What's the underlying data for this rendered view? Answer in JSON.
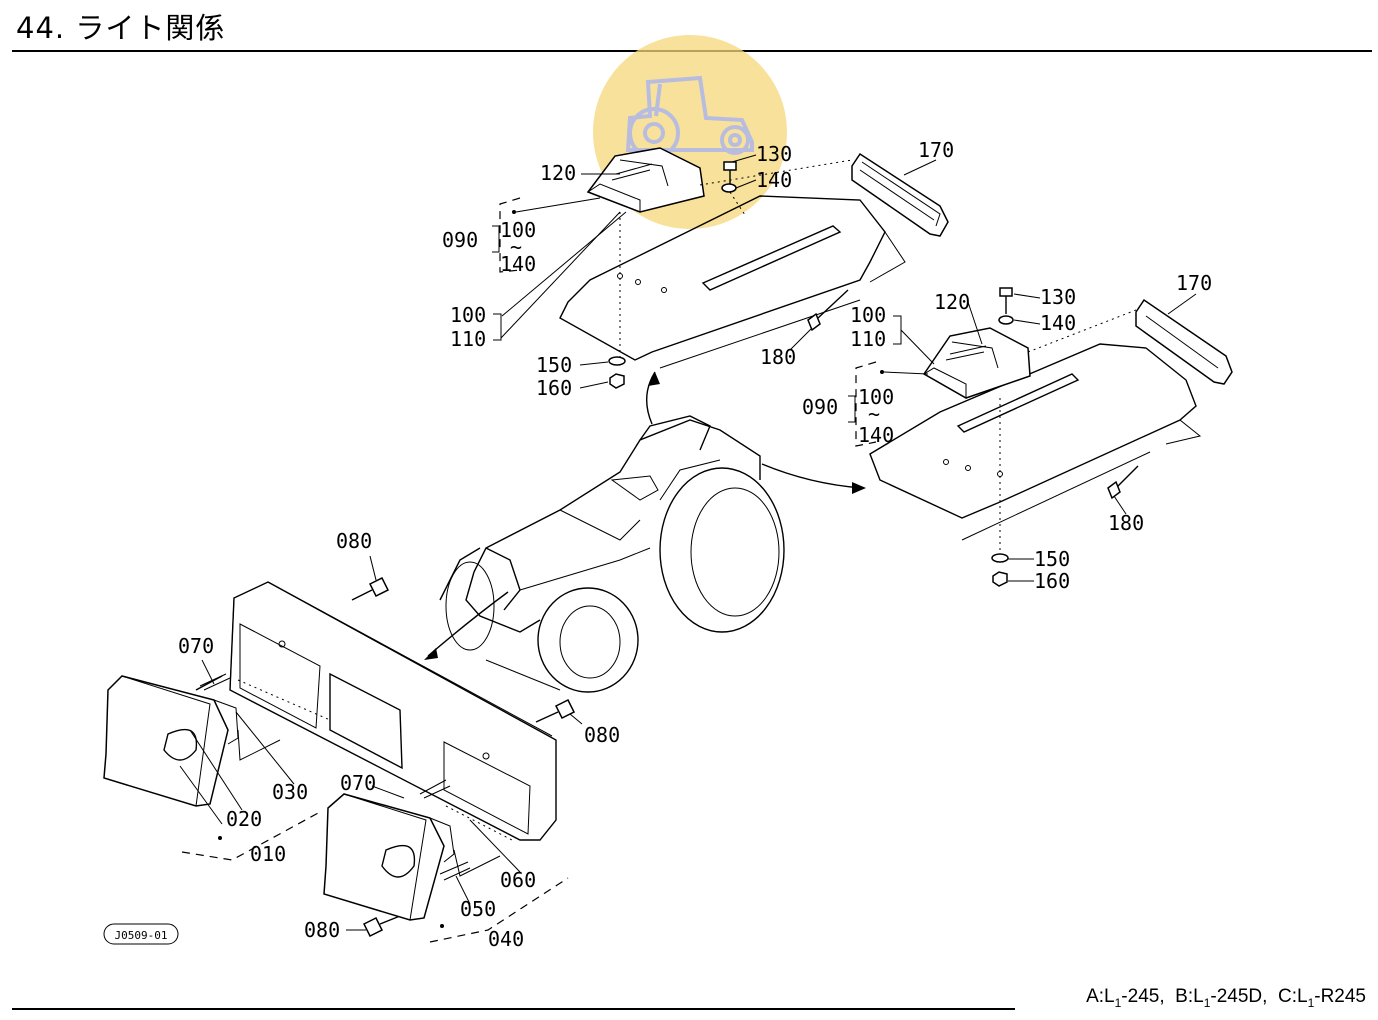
{
  "title": "44. ライト関係",
  "footer": {
    "a_label": "A:L",
    "a_sub": "1",
    "a_model": "-245,",
    "b_label": "B:L",
    "b_sub": "1",
    "b_model": "-245D,",
    "c_label": "C:L",
    "c_sub": "1",
    "c_model": "-R245"
  },
  "figure_code": "J0509-01",
  "callouts": {
    "p010": "010",
    "p020": "020",
    "p030": "030",
    "p040": "040",
    "p050": "050",
    "p060": "060",
    "p070": "070",
    "p080": "080",
    "p090": "090",
    "p100": "100",
    "p110": "110",
    "p120": "120",
    "p130": "130",
    "p140": "140",
    "p150": "150",
    "p160": "160",
    "p170": "170",
    "p180": "180",
    "tilde": "~"
  },
  "watermark": {
    "icon": "tractor-icon",
    "color": "#f5d77a",
    "icon_color": "#b8bde0"
  }
}
